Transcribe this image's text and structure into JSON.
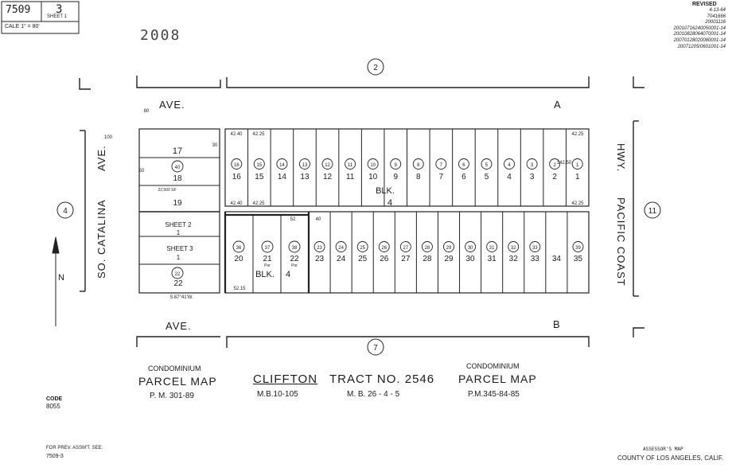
{
  "header": {
    "map_book": "7509",
    "page": "3",
    "sheet_label": "SHEET 1",
    "scale": "CALE 1\" = 80'",
    "stamp_year": "2008"
  },
  "revisions": {
    "title": "REVISED",
    "lines": [
      "4-13-64",
      "7041666",
      "20001116",
      "20010716240050001-14",
      "20010828064070001-14",
      "20070128020080001-14",
      "20071205/0601001-14"
    ]
  },
  "streets": {
    "ave_a_left": "AVE.",
    "ave_a_right": "A",
    "ave_b_left": "AVE.",
    "ave_b_right": "B",
    "so_catalina": "SO. CATALINA",
    "so_catalina_ave": "AVE.",
    "pacific_coast": "PACIFIC COAST",
    "hwy": "HWY."
  },
  "sheet_refs": {
    "top": "2",
    "bottom": "7",
    "left": "4",
    "right": "11"
  },
  "blocks": {
    "blk_top_label": "BLK.",
    "blk_top_num": "4",
    "blk_bottom_label": "BLK.",
    "blk_bottom_num": "4"
  },
  "top_lots": {
    "numbers": [
      "16",
      "15",
      "14",
      "13",
      "12",
      "11",
      "10",
      "9",
      "8",
      "7",
      "6",
      "5",
      "4",
      "3",
      "2",
      "1"
    ],
    "parcels": [
      "16",
      "15",
      "14",
      "13",
      "12",
      "11",
      "10",
      "9",
      "8",
      "7",
      "6",
      "5",
      "4",
      "3",
      "2",
      "1"
    ]
  },
  "bottom_lots": {
    "numbers": [
      "23",
      "24",
      "25",
      "26",
      "27",
      "28",
      "29",
      "30",
      "31",
      "32",
      "33",
      "34",
      "35"
    ],
    "parcels": [
      "23",
      "24",
      "25",
      "26",
      "27",
      "28",
      "29",
      "30",
      "31",
      "32",
      "33",
      "",
      "39"
    ]
  },
  "left_lots": {
    "lot17": "17",
    "lot18": "18",
    "parcel18": "40",
    "lot19": "19",
    "sheet2": "SHEET 2",
    "sheet2_num": "1",
    "sheet3": "SHEET 3",
    "sheet3_num": "1",
    "lot22": "22",
    "parcel22": "22",
    "area_note": "22,500 SF",
    "bearing_bottom": "S.87°41'W."
  },
  "middle_lots": {
    "lot20": "20",
    "parcel20": "36",
    "lot21": "21",
    "parcel21": "37",
    "lot21_por": "Por",
    "lot22b": "22",
    "parcel22b": "38",
    "lot22b_por": "Por"
  },
  "dimensions": {
    "top_left": "42.40",
    "top_mid": "42.25",
    "top_right": "42.25",
    "bottom_mid": "42.25",
    "bottom_left": "42.40",
    "right_top": "42.25",
    "lot_depth": "142.50",
    "frontage_40": "40",
    "frontage_52": "52",
    "frontage_5215": "52.15",
    "corner_30": "30",
    "street_80": "80",
    "street_100": "100",
    "street_50": "50"
  },
  "footer": {
    "condo1_title": "CONDOMINIUM",
    "condo1_name": "PARCEL MAP",
    "condo1_ref": "P. M. 301-89",
    "cliffton_name": "CLIFFTON",
    "cliffton_ref": "M.B.10-105",
    "tract_name": "TRACT NO. 2546",
    "tract_ref": "M. B. 26 - 4 - 5",
    "condo2_title": "CONDOMINIUM",
    "condo2_name": "PARCEL MAP",
    "condo2_ref": "P.M.345-84-85",
    "code_label": "CODE",
    "code_value": "8055",
    "prev_label": "FOR PREV. ASSM'T. SEE:",
    "prev_value": "7509-3",
    "assessor_label": "ASSESSOR'S MAP",
    "county_label": "COUNTY OF LOS ANGELES, CALIF."
  },
  "north_arrow": "N"
}
